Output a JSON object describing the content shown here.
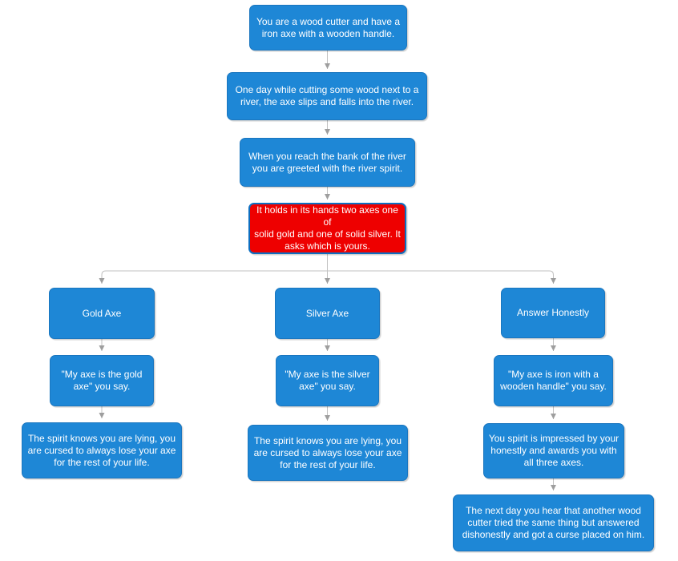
{
  "diagram": {
    "type": "flowchart",
    "colors": {
      "background": "#ffffff",
      "node_fill": "#1e87d6",
      "node_border": "#1a76bf",
      "highlight_fill": "#ee0000",
      "highlight_border": "#0d6fc1",
      "text": "#ffffff",
      "connector": "#c2c2c2",
      "arrowhead": "#9e9e9e"
    },
    "nodes": {
      "intro": {
        "label": "You are a wood cutter and have a\niron axe with a wooden handle."
      },
      "river": {
        "label": "One day while cutting some wood next to a\nriver, the axe slips and falls into the river."
      },
      "bank": {
        "label": "When you reach the bank of the river\nyou are greeted with the river spirit."
      },
      "question": {
        "label": "It holds in its hands two axes one of\nsolid gold and one of solid silver. It\nasks which is yours."
      },
      "gold_axe": {
        "label": "Gold Axe"
      },
      "silver_axe": {
        "label": "Silver Axe"
      },
      "answer_honestly": {
        "label": "Answer Honestly"
      },
      "gold_say": {
        "label": "\"My axe is the gold\naxe\" you say."
      },
      "silver_say": {
        "label": "\"My axe is the silver\naxe\" you say."
      },
      "iron_say": {
        "label": "\"My axe is iron with a\nwooden handle\" you say."
      },
      "gold_result": {
        "label": "The spirit knows you are lying, you\nare cursed to always lose your axe\nfor the rest of your life."
      },
      "silver_result": {
        "label": "The spirit knows you are lying, you\nare cursed to always lose your axe\nfor the rest of your life."
      },
      "honest_result": {
        "label": "You spirit is impressed by your\nhonestly and awards you with\nall three axes."
      },
      "final": {
        "label": "The next day you hear that another wood\ncutter tried the same thing but answered\ndishonestly and got a curse placed on him."
      }
    }
  }
}
